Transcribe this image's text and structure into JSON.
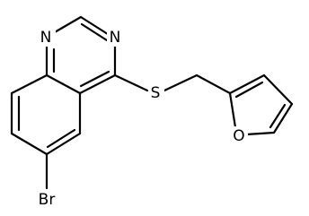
{
  "molecule": {
    "atoms": {
      "n1": "N",
      "n2": "N",
      "s": "S",
      "o": "O",
      "br": "Br"
    }
  },
  "colors": {
    "bond": "#000000",
    "background": "#ffffff"
  }
}
